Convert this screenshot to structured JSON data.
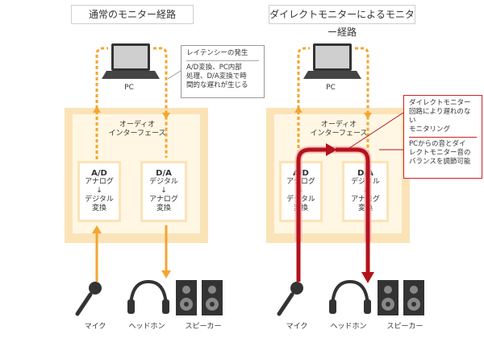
{
  "left": {
    "title": "通常のモニター経路",
    "pc_label": "PC",
    "interface_label": [
      "オーディオ",
      "インターフェース"
    ],
    "ad": {
      "title": "A/D",
      "lines": [
        "アナログ",
        "↓",
        "デジタル",
        "変換"
      ]
    },
    "da": {
      "title": "D/A",
      "lines": [
        "デジタル",
        "↓",
        "アナログ",
        "変換"
      ]
    },
    "callout": {
      "heading": "レイテンシーの発生",
      "lines": [
        "A/D変換、PC内部",
        "処理、D/A変換で時",
        "間的な遅れが生じる"
      ]
    },
    "devices": {
      "mic": "マイク",
      "headphone": "ヘッドホン",
      "speaker": "スピーカー"
    }
  },
  "right": {
    "title": "ダイレクトモニターによるモニター経路",
    "pc_label": "PC",
    "interface_label": [
      "オーディオ",
      "インターフェース"
    ],
    "ad": {
      "title": "A/D",
      "lines": [
        "アナログ",
        "↓",
        "デジタル",
        "変換"
      ]
    },
    "da": {
      "title": "D/A",
      "lines": [
        "デジタル",
        "↓",
        "アナログ",
        "変換"
      ]
    },
    "callout": {
      "block1": [
        "ダイレクトモニター",
        "回路により遅れのない",
        "モニタリング"
      ],
      "block2": [
        "PCからの音とダイ",
        "レクトモニター音の",
        "バランスを調節可能"
      ]
    },
    "devices": {
      "mic": "マイク",
      "headphone": "ヘッドホン",
      "speaker": "スピーカー"
    }
  },
  "colors": {
    "orange": "#f3a530",
    "red": "#b3121b",
    "pink": "#f8b5b8",
    "panel": "#fbe3b8",
    "panel_inner": "#fff7e3"
  }
}
